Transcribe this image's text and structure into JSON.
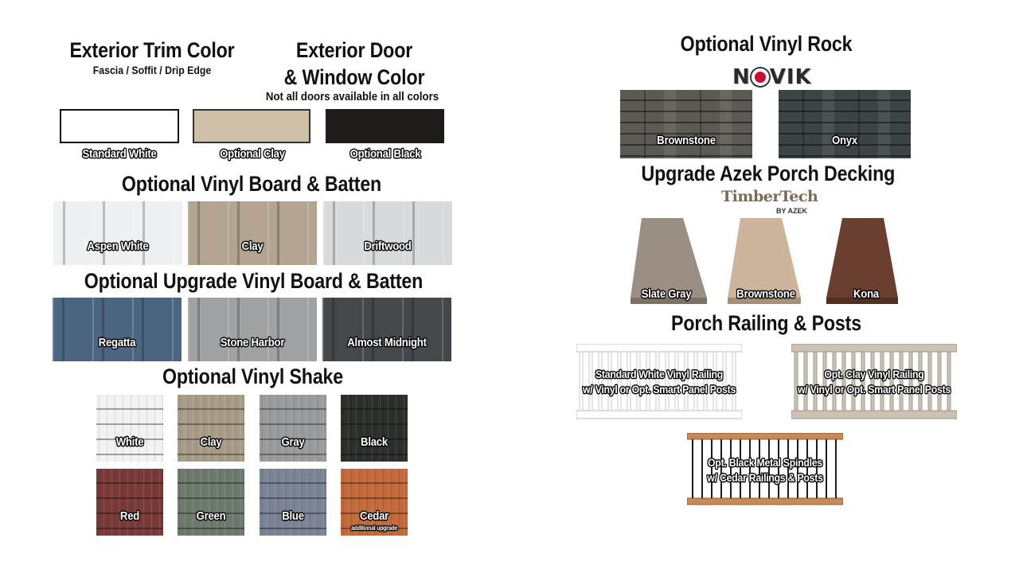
{
  "left": {
    "trim_title": "Exterior Trim Color",
    "trim_subtitle": "Fascia / Soffit / Drip Edge",
    "door_title_line1": "Exterior Door",
    "door_title_line2": "& Window Color",
    "door_subtitle": "Not all doors available in all colors",
    "trim_colors": [
      {
        "label": "Standard White",
        "color": "#ffffff"
      },
      {
        "label": "Optional Clay",
        "color": "#cfbfa6"
      },
      {
        "label": "Optional Black",
        "color": "#1f1b1b"
      }
    ],
    "board_batten_title": "Optional Vinyl Board & Batten",
    "board_batten": [
      {
        "label": "Aspen White",
        "color": "#eef0f2"
      },
      {
        "label": "Clay",
        "color": "#b3a491"
      },
      {
        "label": "Driftwood",
        "color": "#d9dadb"
      }
    ],
    "upgrade_bb_title": "Optional Upgrade Vinyl Board & Batten",
    "upgrade_bb": [
      {
        "label": "Regatta",
        "color": "#4c6682"
      },
      {
        "label": "Stone Harbor",
        "color": "#9fa1a2"
      },
      {
        "label": "Almost Midnight",
        "color": "#45484a"
      }
    ],
    "shake_title": "Optional Vinyl Shake",
    "shakes": [
      {
        "label": "White",
        "color": "#f2f2f2",
        "note": ""
      },
      {
        "label": "Clay",
        "color": "#a89b87",
        "note": ""
      },
      {
        "label": "Gray",
        "color": "#9a9b9d",
        "note": ""
      },
      {
        "label": "Black",
        "color": "#2b302c",
        "note": ""
      },
      {
        "label": "Red",
        "color": "#7b3a38",
        "note": ""
      },
      {
        "label": "Green",
        "color": "#6d7a6d",
        "note": ""
      },
      {
        "label": "Blue",
        "color": "#7a8495",
        "note": ""
      },
      {
        "label": "Cedar",
        "color": "#c06a3e",
        "note": "additional upgrade"
      }
    ]
  },
  "right": {
    "rock_title": "Optional Vinyl Rock",
    "rock_brand": "NOVIK",
    "rock_brand_pre": "N",
    "rock_brand_post": "VIK",
    "rocks": [
      {
        "label": "Brownstone",
        "color": "#5c5a55"
      },
      {
        "label": "Onyx",
        "color": "#3d4446"
      }
    ],
    "decking_title": "Upgrade Azek Porch Decking",
    "decking_brand": "TimberTech",
    "decking_brand_sub": "BY AZEK",
    "decking": [
      {
        "label": "Slate Gray",
        "color": "#9b8f83"
      },
      {
        "label": "Brownstone",
        "color": "#cdb49c"
      },
      {
        "label": "Kona",
        "color": "#6b3f30"
      }
    ],
    "railing_title": "Porch  Railing & Posts",
    "railings": [
      {
        "line1": "Standard White Vinyl Railing",
        "line2": "w/ Vinyl or  Opt. Smart Panel Posts",
        "color": "#ffffff",
        "rail_color": "#ffffff"
      },
      {
        "line1": "Opt. Clay Vinyl Railing",
        "line2": "w/ Vinyl or  Opt. Smart Panel Posts",
        "color": "#c9c2b5",
        "rail_color": "#c9c2b5"
      },
      {
        "line1": "Opt. Black Metal Spindles",
        "line2": "w/ Cedar Railings & Posts",
        "color": "#1c1c1c",
        "rail_color": "#c88a57"
      }
    ]
  }
}
